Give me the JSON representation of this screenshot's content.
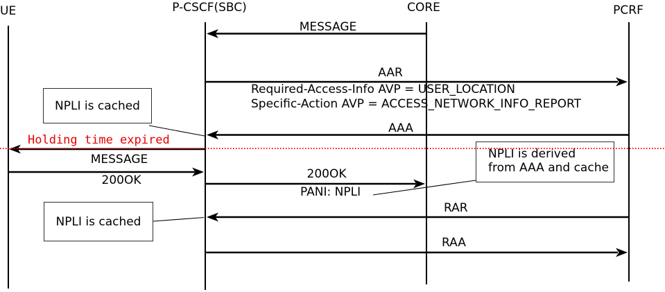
{
  "actors": [
    {
      "label": "UE"
    },
    {
      "label": "P-CSCF(SBC)"
    },
    {
      "label": "CORE"
    },
    {
      "label": "PCRF"
    }
  ],
  "events": [
    {
      "type": "message",
      "label": "MESSAGE",
      "from": "CORE",
      "to": "P-CSCF(SBC)"
    },
    {
      "type": "message",
      "label": "AAR",
      "from": "P-CSCF(SBC)",
      "to": "PCRF",
      "detail_lines": [
        "Required-Access-Info AVP = USER_LOCATION",
        "Specific-Action AVP = ACCESS_NETWORK_INFO_REPORT"
      ]
    },
    {
      "type": "message",
      "label": "AAA",
      "from": "PCRF",
      "to": "P-CSCF(SBC)"
    },
    {
      "type": "divider",
      "label": "Holding time expired",
      "color": "#e60000"
    },
    {
      "type": "message",
      "label": "MESSAGE",
      "from": "P-CSCF(SBC)",
      "to": "UE"
    },
    {
      "type": "message",
      "label": "200OK",
      "from": "UE",
      "to": "P-CSCF(SBC)"
    },
    {
      "type": "message",
      "label": "200OK",
      "from": "P-CSCF(SBC)",
      "to": "CORE",
      "detail_lines": [
        "PANI: NPLI"
      ]
    },
    {
      "type": "message",
      "label": "RAR",
      "from": "PCRF",
      "to": "P-CSCF(SBC)"
    },
    {
      "type": "message",
      "label": "RAA",
      "from": "P-CSCF(SBC)",
      "to": "PCRF"
    }
  ],
  "notes": [
    {
      "lines": [
        "NPLI is cached"
      ]
    },
    {
      "lines": [
        "NPLI is derived",
        "from AAA and cache"
      ]
    },
    {
      "lines": [
        "NPLI is cached"
      ]
    }
  ],
  "colors": {
    "line": "#000000",
    "alert_text": "#e60000",
    "divider_dots": "#ff0000",
    "note_border": "#2e2e2e",
    "background": "#ffffff"
  }
}
